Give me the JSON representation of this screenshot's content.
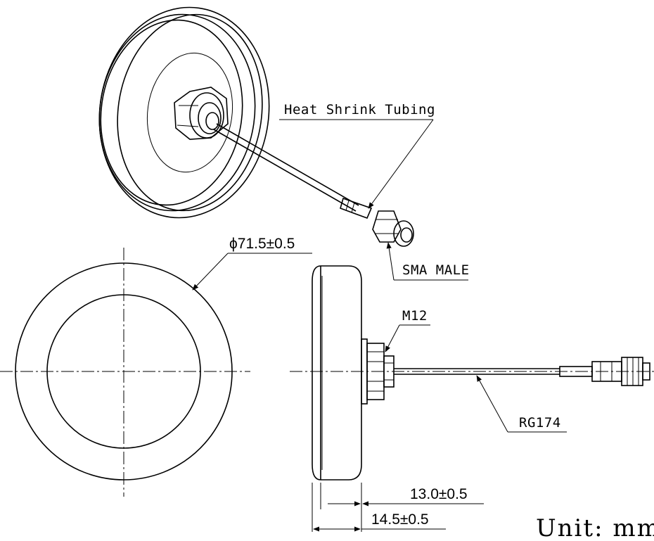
{
  "labels": {
    "heat_shrink": "Heat Shrink Tubing",
    "sma_male": "SMA MALE",
    "m12": "M12",
    "rg174": "RG174",
    "diameter": "ϕ71.5±0.5",
    "dim_13": "13.0±0.5",
    "dim_14": "14.5±0.5",
    "unit": "Unit: mm"
  }
}
